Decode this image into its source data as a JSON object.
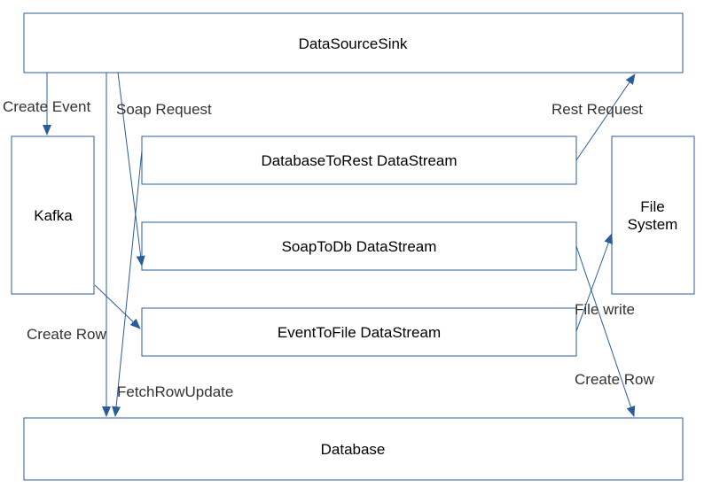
{
  "diagram": {
    "colors": {
      "stroke": "#2a5c9a",
      "text": "#000000",
      "label_text": "#333333"
    },
    "nodes": {
      "sink": {
        "label": "DataSourceSink"
      },
      "kafka": {
        "label": "Kafka"
      },
      "db_rest": {
        "label": "DatabaseToRest DataStream"
      },
      "soap_db": {
        "label": "SoapToDb DataStream"
      },
      "event_file": {
        "label": "EventToFile DataStream"
      },
      "fs": {
        "label_lines": [
          "File",
          "System"
        ]
      },
      "database": {
        "label": "Database"
      }
    },
    "edges": {
      "create_event": {
        "label": "Create Event"
      },
      "soap_request": {
        "label": "Soap Request"
      },
      "rest_request": {
        "label": "Rest Request"
      },
      "create_row_left": {
        "label": "Create Row"
      },
      "fetch_row_update": {
        "label": "FetchRowUpdate"
      },
      "file_write": {
        "label": "File write"
      },
      "create_row_right": {
        "label": "Create Row"
      },
      "kafka_to_eventfile": {
        "label": ""
      }
    }
  }
}
